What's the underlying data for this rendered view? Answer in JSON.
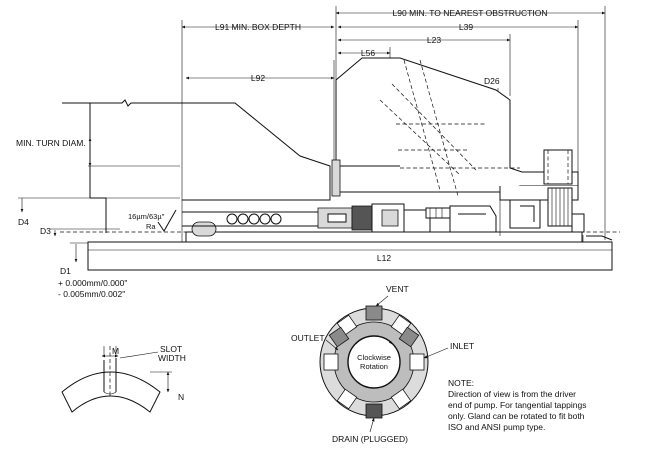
{
  "dimensions": {
    "l90": "L90 MIN. TO NEAREST OBSTRUCTION",
    "l91": "L91 MIN. BOX DEPTH",
    "l39": "L39",
    "l23": "L23",
    "l56": "L56",
    "l92": "L92",
    "d26": "D26",
    "min_turn_diam": "MIN. TURN DIAM.",
    "d4": "D4",
    "d3": "D3",
    "d1": "D1",
    "l12": "L12",
    "finish_value": "16µm/63µ\"",
    "finish_ra": "Ra",
    "tol_plus": "+ 0.000mm/0.000\"",
    "tol_minus": "- 0.005mm/0.002\""
  },
  "slot_detail": {
    "m": "M",
    "slot_width_1": "SLOT",
    "slot_width_2": "WIDTH",
    "n": "N"
  },
  "gland_view": {
    "vent": "VENT",
    "outlet": "OUTLET",
    "inlet": "INLET",
    "drain": "DRAIN (PLUGGED)",
    "rotation_1": "Clockwise",
    "rotation_2": "Rotation"
  },
  "note": {
    "heading": "NOTE:",
    "lines": [
      "Direction of view is from the driver",
      "end of pump. For tangential tappings",
      "only. Gland can be rotated to fit both",
      "ISO and ANSI pump type."
    ]
  }
}
